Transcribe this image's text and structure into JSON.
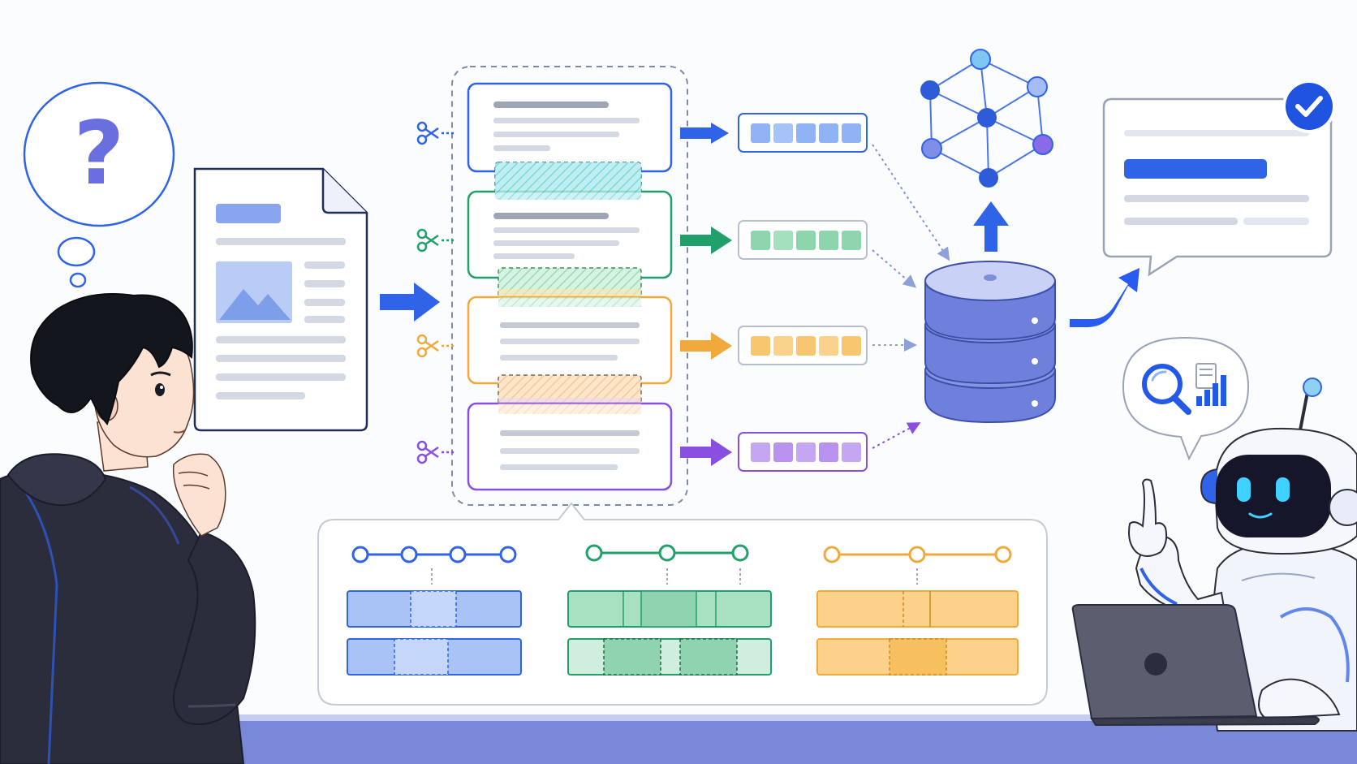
{
  "diagram": {
    "text": {
      "question_mark": "?"
    },
    "colors": {
      "background": "#fbfcfe",
      "floor": "#7a88d8",
      "blue": "#2f63e8",
      "green": "#22a06b",
      "orange": "#f2a93b",
      "purple": "#8a4fe0",
      "outline_dark": "#1f2d5a",
      "gray_line": "#c9ced8",
      "db_body": "#6e7fdc",
      "db_top": "#c9d1f6",
      "accent_blue": "#2a5bf0"
    },
    "chunks": [
      {
        "name": "chunk-blue",
        "color": "blue",
        "embedding_cells": 5
      },
      {
        "name": "chunk-green",
        "color": "green",
        "embedding_cells": 5
      },
      {
        "name": "chunk-orange",
        "color": "orange",
        "embedding_cells": 5
      },
      {
        "name": "chunk-purple",
        "color": "purple",
        "embedding_cells": 5
      }
    ],
    "icons": [
      "thought-bubble-icon",
      "question-mark-icon",
      "document-icon",
      "image-placeholder-icon",
      "scissors-icon",
      "knowledge-graph-icon",
      "database-icon",
      "answer-card-icon",
      "checkmark-badge-icon",
      "magnifier-icon",
      "bar-chart-icon",
      "robot-icon",
      "laptop-icon"
    ]
  }
}
